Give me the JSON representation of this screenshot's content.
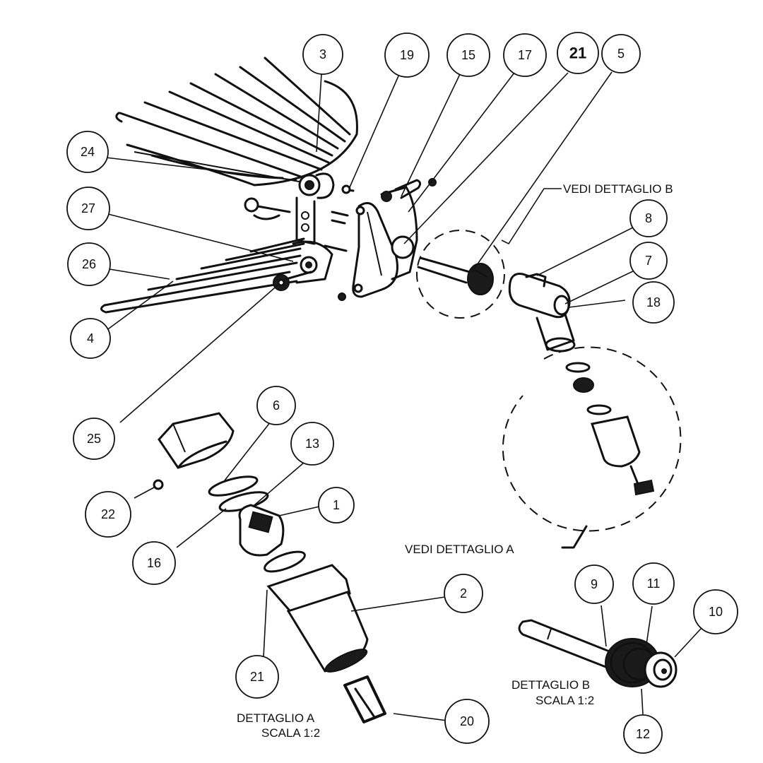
{
  "diagram": {
    "type": "exploded-view parts diagram",
    "callouts": [
      {
        "id": "c3",
        "label": "3"
      },
      {
        "id": "c19",
        "label": "19"
      },
      {
        "id": "c15",
        "label": "15"
      },
      {
        "id": "c17",
        "label": "17"
      },
      {
        "id": "c21top",
        "label": "21"
      },
      {
        "id": "c5",
        "label": "5"
      },
      {
        "id": "c24",
        "label": "24"
      },
      {
        "id": "c27",
        "label": "27"
      },
      {
        "id": "c26",
        "label": "26"
      },
      {
        "id": "c4",
        "label": "4"
      },
      {
        "id": "c8",
        "label": "8"
      },
      {
        "id": "c7",
        "label": "7"
      },
      {
        "id": "c18",
        "label": "18"
      },
      {
        "id": "c25",
        "label": "25"
      },
      {
        "id": "c6",
        "label": "6"
      },
      {
        "id": "c13",
        "label": "13"
      },
      {
        "id": "c1",
        "label": "1"
      },
      {
        "id": "c22",
        "label": "22"
      },
      {
        "id": "c16",
        "label": "16"
      },
      {
        "id": "c2",
        "label": "2"
      },
      {
        "id": "c21bottom",
        "label": "21"
      },
      {
        "id": "c20",
        "label": "20"
      },
      {
        "id": "c9",
        "label": "9"
      },
      {
        "id": "c11",
        "label": "11"
      },
      {
        "id": "c10",
        "label": "10"
      },
      {
        "id": "c12",
        "label": "12"
      }
    ],
    "notes": {
      "see_detail_b": "VEDI DETTAGLIO B",
      "see_detail_a": "VEDI DETTAGLIO A",
      "detail_a_title": "DETTAGLIO A",
      "detail_a_scale": "SCALA 1:2",
      "detail_b_title": "DETTAGLIO B",
      "detail_b_scale": "SCALA 1:2"
    }
  }
}
